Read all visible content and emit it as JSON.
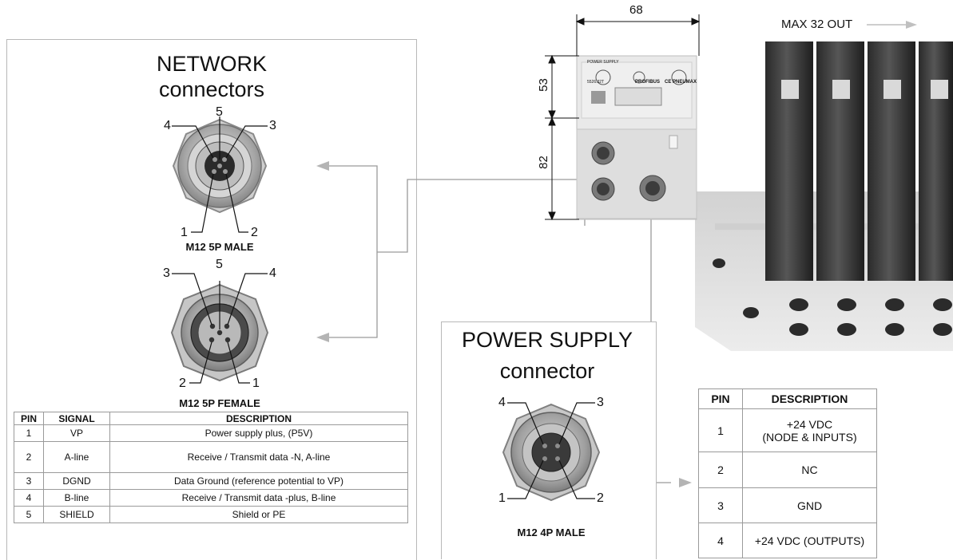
{
  "network": {
    "title_line1": "NETWORK",
    "title_line2": "connectors",
    "male": {
      "label": "M12 5P MALE",
      "pins": {
        "p1": "1",
        "p2": "2",
        "p3": "3",
        "p4": "4",
        "p5": "5"
      }
    },
    "female": {
      "label": "M12 5P FEMALE",
      "pins": {
        "p1": "1",
        "p2": "2",
        "p3": "3",
        "p4": "4",
        "p5": "5"
      }
    },
    "table": {
      "headers": [
        "PIN",
        "SIGNAL",
        "DESCRIPTION"
      ],
      "rows": [
        {
          "pin": "1",
          "signal": "VP",
          "description": "Power supply plus, (P5V)"
        },
        {
          "pin": "2",
          "signal": "A-line",
          "description": "Receive / Transmit data -N, A-line"
        },
        {
          "pin": "3",
          "signal": "DGND",
          "description": "Data Ground (reference potential to VP)"
        },
        {
          "pin": "4",
          "signal": "B-line",
          "description": "Receive / Transmit data -plus, B-line"
        },
        {
          "pin": "5",
          "signal": "SHIELD",
          "description": "Shield or PE"
        }
      ]
    }
  },
  "power": {
    "title_line1": "POWER SUPPLY",
    "title_line2": "connector",
    "connector": {
      "label": "M12 4P MALE",
      "pins": {
        "p1": "1",
        "p2": "2",
        "p3": "3",
        "p4": "4"
      }
    },
    "table": {
      "headers": [
        "PIN",
        "DESCRIPTION"
      ],
      "rows": [
        {
          "pin": "1",
          "description_line1": "+24 VDC",
          "description_line2": "(NODE & INPUTS)"
        },
        {
          "pin": "2",
          "description_line1": "NC",
          "description_line2": ""
        },
        {
          "pin": "3",
          "description_line1": "GND",
          "description_line2": ""
        },
        {
          "pin": "4",
          "description_line1": "+24 VDC (OUTPUTS)",
          "description_line2": ""
        }
      ]
    }
  },
  "dimensions": {
    "width": "68",
    "upper": "53",
    "lower": "82"
  },
  "module": {
    "label_power_supply": "POWER SUPPLY",
    "label_model": "5526.32T",
    "label_bus": "PROFIBUS",
    "label_brand": "CE PNEUMAX"
  },
  "max_out": "MAX 32 OUT"
}
